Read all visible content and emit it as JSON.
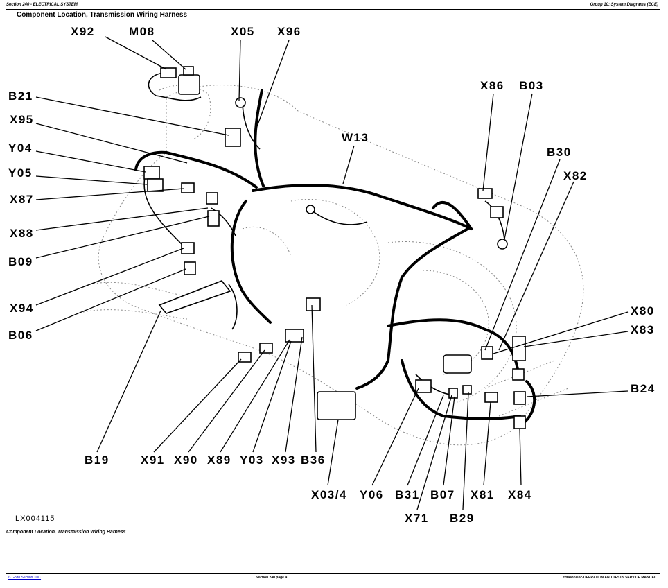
{
  "header": {
    "left": "Section 240 - ELECTRICAL SYSTEM",
    "right": "Group 10: System Diagrams (ECE)"
  },
  "page_title": "Component Location, Transmission Wiring Harness",
  "labels": {
    "x92": "X92",
    "m08": "M08",
    "x05": "X05",
    "x96": "X96",
    "b21": "B21",
    "x95": "X95",
    "y04": "Y04",
    "y05": "Y05",
    "x87": "X87",
    "x88": "X88",
    "b09": "B09",
    "x94": "X94",
    "b06": "B06",
    "w13": "W13",
    "x86": "X86",
    "b03": "B03",
    "b30": "B30",
    "x82": "X82",
    "x80": "X80",
    "x83": "X83",
    "b24": "B24",
    "b19": "B19",
    "x91": "X91",
    "x90": "X90",
    "x89": "X89",
    "y03": "Y03",
    "x93": "X93",
    "b36": "B36",
    "x03_4": "X03/4",
    "y06": "Y06",
    "b31": "B31",
    "b07": "B07",
    "x81": "X81",
    "x84": "X84",
    "x71": "X71",
    "b29": "B29"
  },
  "figure_id": "LX004115",
  "caption": "Component Location, Transmission Wiring Harness",
  "footer": {
    "link": "<- Go to Section TOC",
    "page": "Section 240 page 41",
    "manual": "tm4487elec-OPERATION AND TESTS SERVICE MANUAL"
  }
}
